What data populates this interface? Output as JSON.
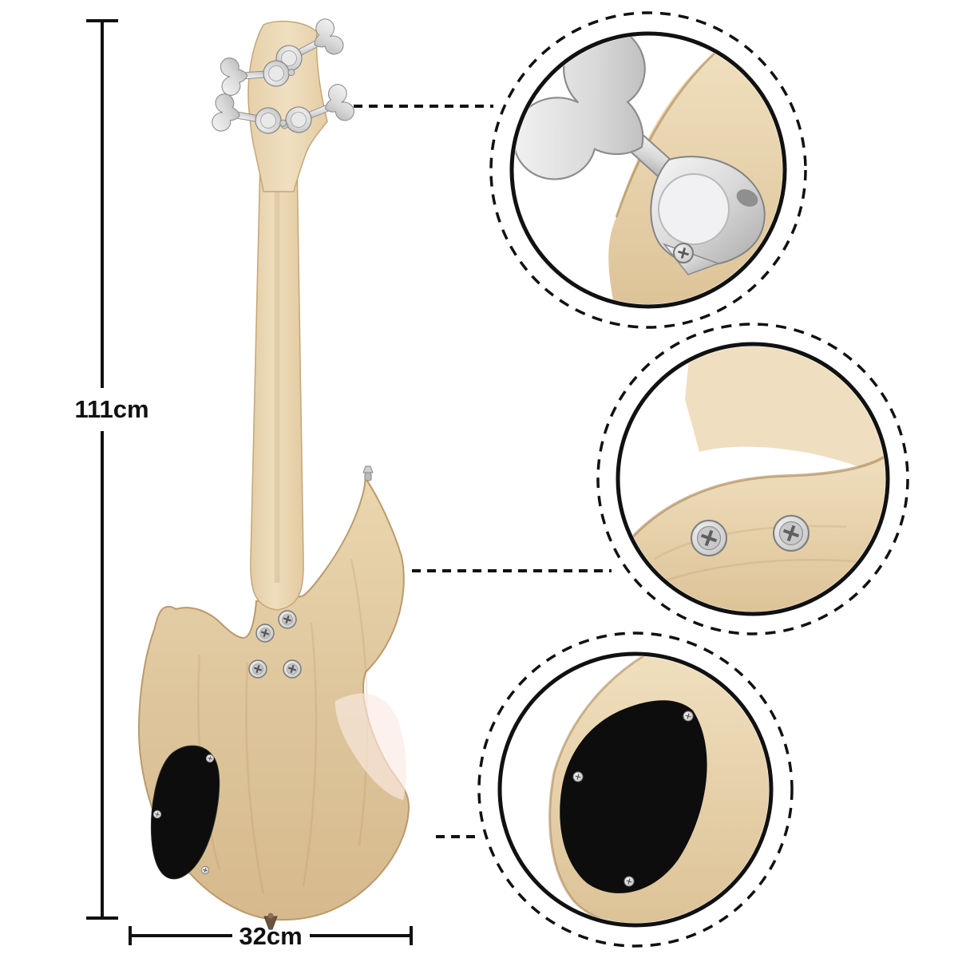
{
  "page": {
    "type": "product-annotation-image",
    "background_color": "#ffffff",
    "subject": "electric-bass-guitar-back-view"
  },
  "dimensions": {
    "height_label": "111cm",
    "width_label": "32cm"
  },
  "annotation": {
    "line_color": "#111111",
    "line_style": "dashed-callouts-with-solid-dimension-lines"
  },
  "callouts": [
    {
      "id": "tuning-machine-closeup",
      "position": "top-right"
    },
    {
      "id": "neck-joint-screws-closeup",
      "position": "middle-right"
    },
    {
      "id": "control-cavity-cover-closeup",
      "position": "bottom-right"
    }
  ],
  "colors": {
    "wood_body": "#ddc49a",
    "wood_neck": "#ecdab8",
    "hardware_chrome": "#d2d2d2",
    "cavity_cover": "#0d0d0d",
    "annotation_ink": "#111111"
  }
}
